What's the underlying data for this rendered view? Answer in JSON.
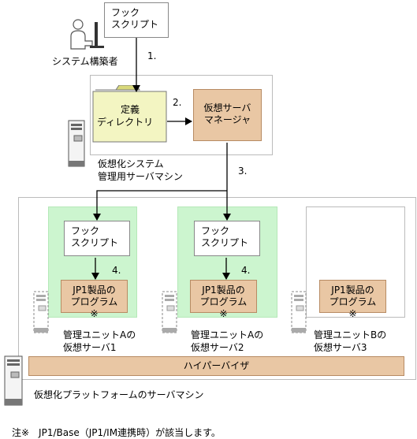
{
  "diagram": {
    "builder_label": "システム構築者",
    "hook_script_label": [
      "フック",
      "スクリプト"
    ],
    "definition_dir_label": [
      "定義",
      "ディレクトリ"
    ],
    "vsm_label": [
      "仮想サーバ",
      "マネージャ"
    ],
    "mgmt_server_label": [
      "仮想化システム",
      "管理用サーバマシン"
    ],
    "steps": [
      "1.",
      "2.",
      "3.",
      "4.",
      "4."
    ],
    "product_label": [
      "JP1製品の",
      "プログラム"
    ],
    "note_mark": "※",
    "unit_labels": [
      [
        "管理ユニットAの",
        "仮想サーバ1"
      ],
      [
        "管理ユニットAの",
        "仮想サーバ2"
      ],
      [
        "管理ユニットBの",
        "仮想サーバ3"
      ]
    ],
    "hypervisor_label": "ハイパーバイザ",
    "platform_label": "仮想化プラットフォームのサーバマシン",
    "footnote": "注※　JP1/Base（JP1/IM連携時）が該当します。"
  },
  "colors": {
    "orange_fill": "#e9c7a4",
    "green_fill": "#ccf5cf",
    "folder_fill": "#f3f5c2",
    "folder_tab": "#d8d87a",
    "frame_border": "#bbbbbb"
  }
}
